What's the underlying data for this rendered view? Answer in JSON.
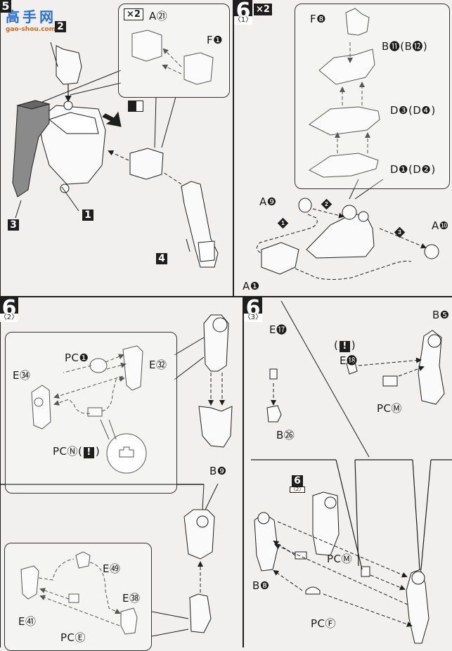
{
  "watermark": {
    "site_name": "高手网",
    "site_url": "gao-shou.com"
  },
  "colors": {
    "background": "#f1f0ef",
    "ink": "#1e1e1e",
    "shaded_part": "#8a8a8a",
    "logo_blue": "#2a6fd6",
    "logo_orange": "#d2691e"
  },
  "panels": [
    {
      "id": "step-5",
      "step_number": "5",
      "callout": {
        "multiplier": "×2",
        "labels": [
          "A㉑",
          "F❶"
        ]
      },
      "numbered_parts": [
        "1",
        "2",
        "3",
        "4"
      ],
      "icons": [
        "sticker-icon"
      ]
    },
    {
      "id": "step-6-1",
      "step_number": "6",
      "sub_step": "〈1〉",
      "multiplier": "×2",
      "callout_labels": [
        "F❽",
        "B⓫(B⓬)",
        "D❸(D❹)",
        "D❶(D❷)"
      ],
      "main_labels": [
        "A❾",
        "A❿",
        "A❶"
      ],
      "sequence": [
        "1",
        "2",
        "3"
      ]
    },
    {
      "id": "step-6-2",
      "step_number": "6",
      "sub_step": "〈2〉",
      "callout_labels": [
        "PC❶",
        "E㉜",
        "E㉞"
      ],
      "warning_label_prefix": "PC",
      "warning_label_part": "Ⓝ",
      "warning_mark": "!",
      "main_labels": [
        "B❾"
      ]
    },
    {
      "id": "step-6-2-continued",
      "callout_labels": [
        "E㊾",
        "E㊳",
        "E㊶",
        "PCⒺ"
      ]
    },
    {
      "id": "step-6-3",
      "step_number": "6",
      "sub_step": "〈3〉",
      "labels": [
        "E⓱",
        "B㉖",
        "E⓲",
        "PCⓂ",
        "B❺"
      ],
      "warning_mark": "!"
    },
    {
      "id": "step-6-3-assembly",
      "ref_step_number": "6",
      "ref_sub_step": "〈2〉",
      "labels": [
        "B❽",
        "PCⓂ",
        "PCⒻ"
      ]
    }
  ]
}
